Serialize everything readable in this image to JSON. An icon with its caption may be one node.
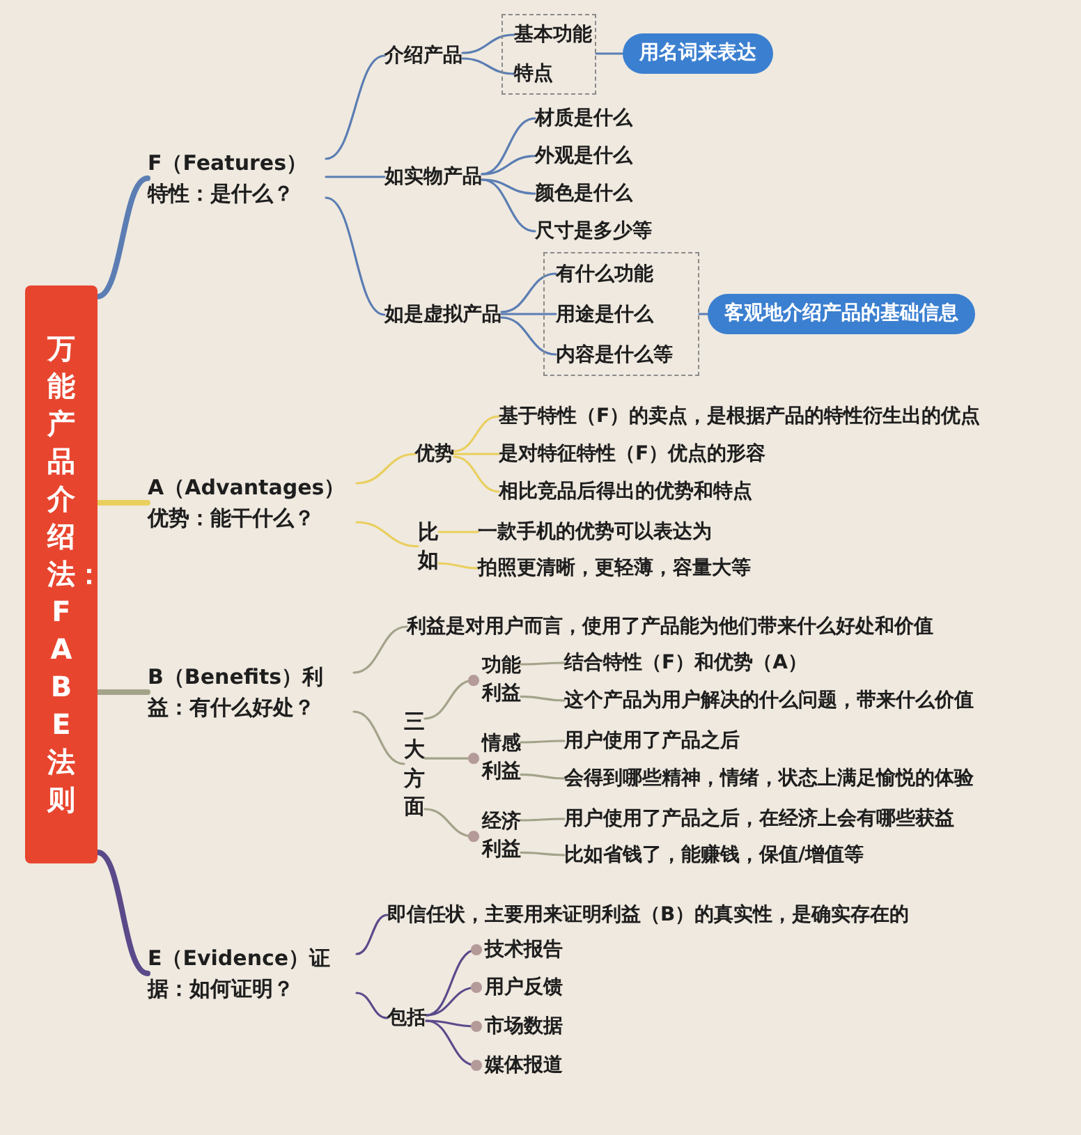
{
  "diagram": {
    "nodes": [
      {
        "text": [
          "万能产品介绍法：FABE法则"
        ]
      },
      {
        "text": [
          "F（Features）特性：是什么？"
        ]
      },
      {
        "text": [
          "介绍产品"
        ]
      },
      {
        "text": [],
        "shape": "box"
      },
      {
        "text": [
          "基本功能"
        ],
        "in": 3
      },
      {
        "text": [
          "特点"
        ],
        "in": 3
      },
      {
        "text": [
          "用名词来表达"
        ]
      },
      {
        "text": [
          "如实物产品"
        ]
      },
      {
        "text": [
          "材质是什么"
        ]
      },
      {
        "text": [
          "外观是什么"
        ]
      },
      {
        "text": [
          "颜色是什么"
        ]
      },
      {
        "text": [
          "尺寸是多少等"
        ]
      },
      {
        "text": [
          "如是虚拟产品"
        ]
      },
      {
        "text": [],
        "shape": "box"
      },
      {
        "text": [
          "有什么功能"
        ],
        "in": 13
      },
      {
        "text": [
          "用途是什么"
        ],
        "in": 13
      },
      {
        "text": [
          "内容是什么等"
        ],
        "in": 13
      },
      {
        "text": [
          "客观地介绍产品的基础信息"
        ]
      },
      {
        "text": [
          "A（Advantages）优势：能干什么？"
        ]
      },
      {
        "text": [
          "优势"
        ]
      },
      {
        "text": [
          "基于特性（F）的卖点，是根据产品的特性衍生出的优点"
        ]
      },
      {
        "text": [
          "是对特征特性（F）优点的形容"
        ]
      },
      {
        "text": [
          "相比竞品后得出的优势和特点"
        ]
      },
      {
        "text": [
          "比如"
        ]
      },
      {
        "text": [
          "一款手机的优势可以表达为"
        ]
      },
      {
        "text": [
          "拍照更清晰，更轻薄，容量大等"
        ]
      },
      {
        "text": [
          "B（Benefits）利益：有什么好处？"
        ]
      },
      {
        "text": [
          "利益是对用户而言，使用了产品能为他们带来什么好处和价值"
        ]
      },
      {
        "text": [
          "三大方面"
        ]
      },
      {
        "text": [
          "功能利益"
        ]
      },
      {
        "text": [
          "结合特性（F）和优势（A）"
        ]
      },
      {
        "text": [
          "这个产品为用户解决的什么问题，带来什么价值"
        ]
      },
      {
        "text": [
          "情感利益"
        ]
      },
      {
        "text": [
          "用户使用了产品之后"
        ]
      },
      {
        "text": [
          "会得到哪些精神，情绪，状态上满足愉悦的体验"
        ]
      },
      {
        "text": [
          "经济利益"
        ]
      },
      {
        "text": [
          "用户使用了产品之后，在经济上会有哪些获益"
        ]
      },
      {
        "text": [
          "比如省钱了，能赚钱，保值/增值等"
        ]
      },
      {
        "text": [
          "E（Evidence）证据：如何证明？"
        ]
      },
      {
        "text": [
          "即信任状，主要用来证明利益（B）的真实性，是确实存在的"
        ]
      },
      {
        "text": [
          "包括"
        ]
      },
      {
        "text": [
          "技术报告"
        ]
      },
      {
        "text": [
          "用户反馈"
        ]
      },
      {
        "text": [
          "市场数据"
        ]
      },
      {
        "text": [
          "媒体报道"
        ]
      }
    ],
    "edges": [
      {
        "from": 0,
        "to": 1,
        "arrow": "none",
        "style": "thick"
      },
      {
        "from": 1,
        "to": 2,
        "arrow": "none"
      },
      {
        "from": 1,
        "to": 7,
        "arrow": "none"
      },
      {
        "from": 1,
        "to": 12,
        "arrow": "none"
      },
      {
        "from": 2,
        "to": 4,
        "arrow": "none"
      },
      {
        "from": 2,
        "to": 5,
        "arrow": "none"
      },
      {
        "from": 3,
        "to": 6,
        "arrow": "none"
      },
      {
        "from": 7,
        "to": 8,
        "arrow": "none"
      },
      {
        "from": 7,
        "to": 9,
        "arrow": "none"
      },
      {
        "from": 7,
        "to": 10,
        "arrow": "none"
      },
      {
        "from": 7,
        "to": 11,
        "arrow": "none"
      },
      {
        "from": 12,
        "to": 14,
        "arrow": "none"
      },
      {
        "from": 12,
        "to": 15,
        "arrow": "none"
      },
      {
        "from": 12,
        "to": 16,
        "arrow": "none"
      },
      {
        "from": 13,
        "to": 17,
        "arrow": "none"
      },
      {
        "from": 0,
        "to": 18,
        "arrow": "none",
        "style": "thick",
        "color": "#e9cf5e"
      },
      {
        "from": 18,
        "to": 19,
        "arrow": "none",
        "color": "#e9cf5e"
      },
      {
        "from": 18,
        "to": 23,
        "arrow": "none",
        "color": "#e9cf5e"
      },
      {
        "from": 19,
        "to": 20,
        "arrow": "none",
        "color": "#e9cf5e"
      },
      {
        "from": 19,
        "to": 21,
        "arrow": "none",
        "color": "#e9cf5e"
      },
      {
        "from": 19,
        "to": 22,
        "arrow": "none",
        "color": "#e9cf5e"
      },
      {
        "from": 23,
        "to": 24,
        "arrow": "none",
        "color": "#e9cf5e"
      },
      {
        "from": 23,
        "to": 25,
        "arrow": "none",
        "color": "#e9cf5e"
      },
      {
        "from": 0,
        "to": 26,
        "arrow": "none",
        "style": "thick",
        "color": "#a3a38a"
      },
      {
        "from": 26,
        "to": 27,
        "arrow": "none",
        "color": "#a3a38a"
      },
      {
        "from": 26,
        "to": 28,
        "arrow": "none",
        "color": "#a3a38a"
      },
      {
        "from": 28,
        "to": 29,
        "arrow": "other",
        "color": "#a3a38a"
      },
      {
        "from": 28,
        "to": 32,
        "arrow": "other",
        "color": "#a3a38a"
      },
      {
        "from": 28,
        "to": 35,
        "arrow": "other",
        "color": "#a3a38a"
      },
      {
        "from": 29,
        "to": 30,
        "arrow": "none",
        "color": "#a3a38a"
      },
      {
        "from": 29,
        "to": 31,
        "arrow": "none",
        "color": "#a3a38a"
      },
      {
        "from": 32,
        "to": 33,
        "arrow": "none",
        "color": "#a3a38a"
      },
      {
        "from": 32,
        "to": 34,
        "arrow": "none",
        "color": "#a3a38a"
      },
      {
        "from": 35,
        "to": 36,
        "arrow": "none",
        "color": "#a3a38a"
      },
      {
        "from": 35,
        "to": 37,
        "arrow": "none",
        "color": "#a3a38a"
      },
      {
        "from": 0,
        "to": 38,
        "arrow": "none",
        "style": "thick",
        "color": "#5a4a8a"
      },
      {
        "from": 38,
        "to": 39,
        "arrow": "none",
        "color": "#5a4a8a"
      },
      {
        "from": 38,
        "to": 40,
        "arrow": "none",
        "color": "#5a4a8a"
      },
      {
        "from": 40,
        "to": 41,
        "arrow": "other",
        "color": "#5a4a8a"
      },
      {
        "from": 40,
        "to": 42,
        "arrow": "other",
        "color": "#5a4a8a"
      },
      {
        "from": 40,
        "to": 43,
        "arrow": "other",
        "color": "#5a4a8a"
      },
      {
        "from": 40,
        "to": 44,
        "arrow": "other",
        "color": "#5a4a8a"
      }
    ]
  }
}
